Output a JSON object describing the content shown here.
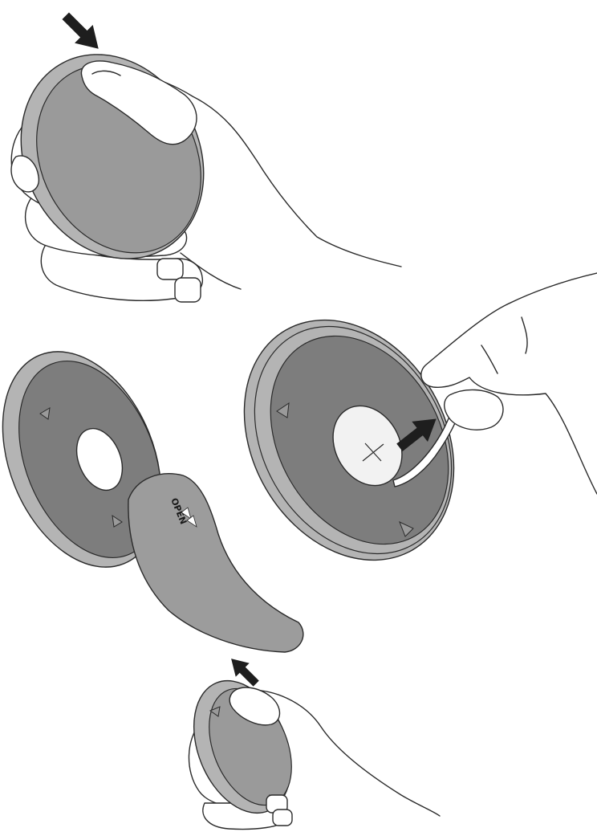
{
  "figure": {
    "label_text": "OPEN",
    "steps": [
      {
        "id": "press-disc",
        "arrow": "down-right"
      },
      {
        "id": "peel-protective-film",
        "arrow": "up-right"
      },
      {
        "id": "remove-cover",
        "arrow": "up-left"
      }
    ]
  },
  "colors": {
    "disc_rim": "#b4b4b4",
    "disc_face": "#9a9a9a",
    "disc_inner": "#7d7d7d",
    "cover_sheet": "#9c9c9c",
    "coin": "#f2f2f2",
    "arrow": "#1e1e1e",
    "outline": "#2a2a2a",
    "background": "#ffffff"
  },
  "icons": [
    "arrow-icon",
    "hand-icon",
    "disc-icon",
    "plus-sign-icon",
    "triangle-marker-icon"
  ]
}
